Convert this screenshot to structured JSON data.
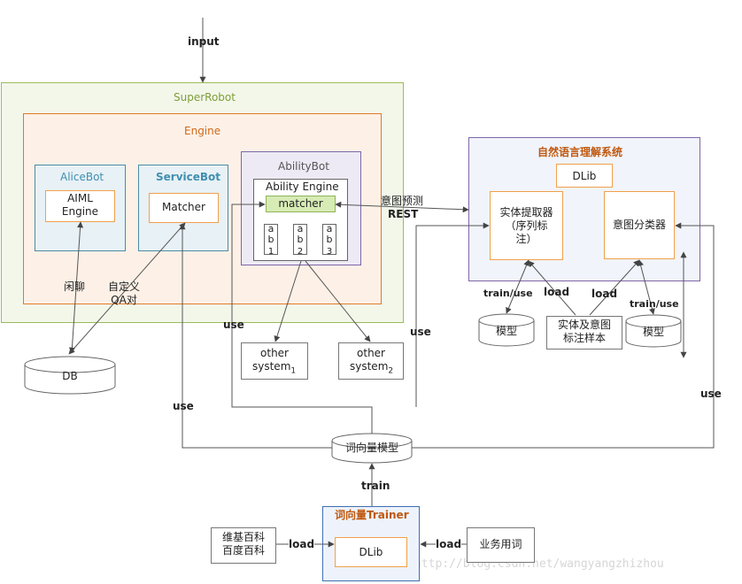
{
  "input_label": "input",
  "superrobot": {
    "title": "SuperRobot",
    "engine": {
      "title": "Engine",
      "alicebot": {
        "title": "AliceBot",
        "inner": "AIML\nEngine"
      },
      "servicebot": {
        "title": "ServiceBot",
        "inner": "Matcher"
      },
      "abilitybot": {
        "title": "AbilityBot",
        "ability_engine": "Ability  Engine",
        "matcher": "matcher",
        "slots": [
          {
            "a": "a",
            "b": "b",
            "n": "1"
          },
          {
            "a": "a",
            "b": "b",
            "n": "2"
          },
          {
            "a": "a",
            "b": "b",
            "n": "3"
          }
        ]
      }
    }
  },
  "nlu": {
    "title": "自然语言理解系统",
    "dlib": "DLib",
    "entity_extractor": "实体提取器\n（序列标\n注）",
    "intent_classifier": "意图分类器"
  },
  "db": "DB",
  "other_system_1": {
    "name": "other",
    "sub": "system",
    "index": "1"
  },
  "other_system_2": {
    "name": "other",
    "sub": "system",
    "index": "2"
  },
  "model_left": "模型",
  "model_right": "模型",
  "samples": "实体及意图\n标注样本",
  "word_vector_model": "词向量模型",
  "trainer": {
    "title_cn": "词向量",
    "title_en": "Trainer",
    "dlib": "DLib"
  },
  "wiki": "维基百科\n百度百科",
  "business_words": "业务用词",
  "edge_labels": {
    "chitchat": "闲聊",
    "custom_qa": "自定义\nQA对",
    "intent_predict": "意图预测",
    "rest": "REST",
    "use_left": "use",
    "use_mid": "use",
    "use_bottom_left": "use",
    "use_right": "use",
    "train_use_left": "train/use",
    "train_use_right": "train/use",
    "load_left": "load",
    "load_right": "load",
    "train": "train",
    "load_wiki": "load",
    "load_business": "load"
  },
  "watermark": "http://blog.csdn.net/wangyangzhizhou",
  "colors": {
    "superrobot_border": "#9bbb59",
    "superrobot_bg": "#f3f7ea",
    "engine_border": "#e07b24",
    "engine_bg": "#fdf1e7",
    "bot_border": "#4a8ca5",
    "bot_bg": "#e8f1f5",
    "ability_border": "#7f66a8",
    "ability_bg": "#eeeaf5",
    "matcher_fill": "#d7ebb5",
    "nlu_border": "#7f66a8",
    "nlu_bg": "#f1f4fb",
    "inner_orange": "#f0a04b",
    "trainer_border": "#3f6fb4",
    "title_orange": "#c0580f"
  }
}
